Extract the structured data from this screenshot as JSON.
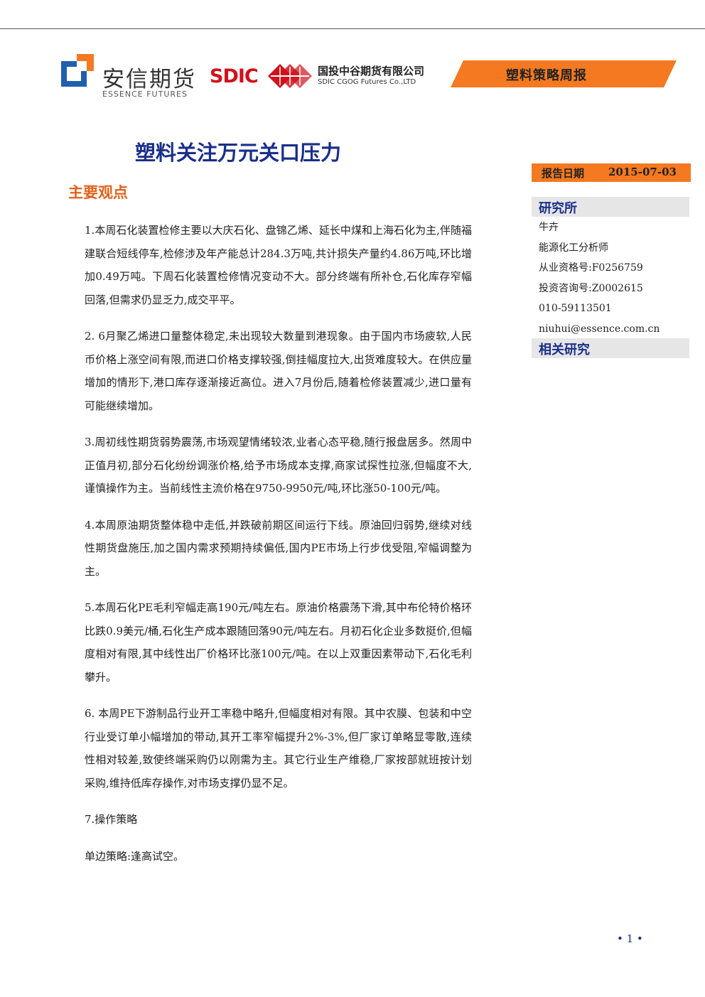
{
  "header": {
    "essence": {
      "cn": "安信期货",
      "en": "ESSENCE FUTURES"
    },
    "sdic": {
      "word": "SDIC",
      "cn": "国投中谷期货有限公司",
      "en": "SDIC CGOG Futures Co.,LTD"
    },
    "banner": "塑料策略周报"
  },
  "title": "塑料关注万元关口压力",
  "section": "主要观点",
  "paragraphs": [
    "1.本周石化装置检修主要以大庆石化、盘锦乙烯、延长中煤和上海石化为主,伴随福建联合短线停车,检修涉及年产能总计284.3万吨,共计损失产量约4.86万吨,环比增加0.49万吨。下周石化装置检修情况变动不大。部分终端有所补仓,石化库存窄幅回落,但需求仍显乏力,成交平平。",
    "2. 6月聚乙烯进口量整体稳定,未出现较大数量到港现象。由于国内市场疲软,人民币价格上涨空间有限,而进口价格支撑较强,倒挂幅度拉大,出货难度较大。在供应量增加的情形下,港口库存逐渐接近高位。进入7月份后,随着检修装置减少,进口量有可能继续增加。",
    "3.周初线性期货弱势震荡,市场观望情绪较浓,业者心态平稳,随行报盘居多。然周中正值月初,部分石化纷纷调涨价格,给予市场成本支撑,商家试探性拉涨,但幅度不大,谨慎操作为主。当前线性主流价格在9750-9950元/吨,环比涨50-100元/吨。",
    "4.本周原油期货整体稳中走低,并跌破前期区间运行下线。原油回归弱势,继续对线性期货盘施压,加之国内需求预期持续偏低,国内PE市场上行步伐受阻,窄幅调整为主。",
    "5.本周石化PE毛利窄幅走高190元/吨左右。原油价格震荡下滑,其中布伦特价格环比跌0.9美元/桶,石化生产成本跟随回落90元/吨左右。月初石化企业多数挺价,但幅度相对有限,其中线性出厂价格环比涨100元/吨。在以上双重因素带动下,石化毛利攀升。",
    "6. 本周PE下游制品行业开工率稳中略升,但幅度相对有限。其中农膜、包装和中空行业受订单小幅增加的带动,其开工率窄幅提升2%-3%,但厂家订单略显零散,连续性相对较差,致使终端采购仍以刚需为主。其它行业生产维稳,厂家按部就班按计划采购,维持低库存操作,对市场支撑仍显不足。",
    "7.操作策略",
    "单边策略:逢高试空。"
  ],
  "sidebar": {
    "date_label": "报告日期",
    "date_value": "2015-07-03",
    "research_head": "研究所",
    "analyst": {
      "name": "牛卉",
      "role": "能源化工分析师",
      "qualification": "从业资格号:F0256759",
      "consulting": "投资咨询号:Z0002615",
      "phone": "010-59113501",
      "email": "niuhui@essence.com.cn"
    },
    "related_head": "相关研究"
  },
  "page_number": "• 1 •",
  "colors": {
    "orange": "#f47920",
    "navy": "#1a2f8a",
    "heading_orange": "#e2611a",
    "sdic_red": "#d0121b",
    "essence_blue": "#1f5fae"
  }
}
